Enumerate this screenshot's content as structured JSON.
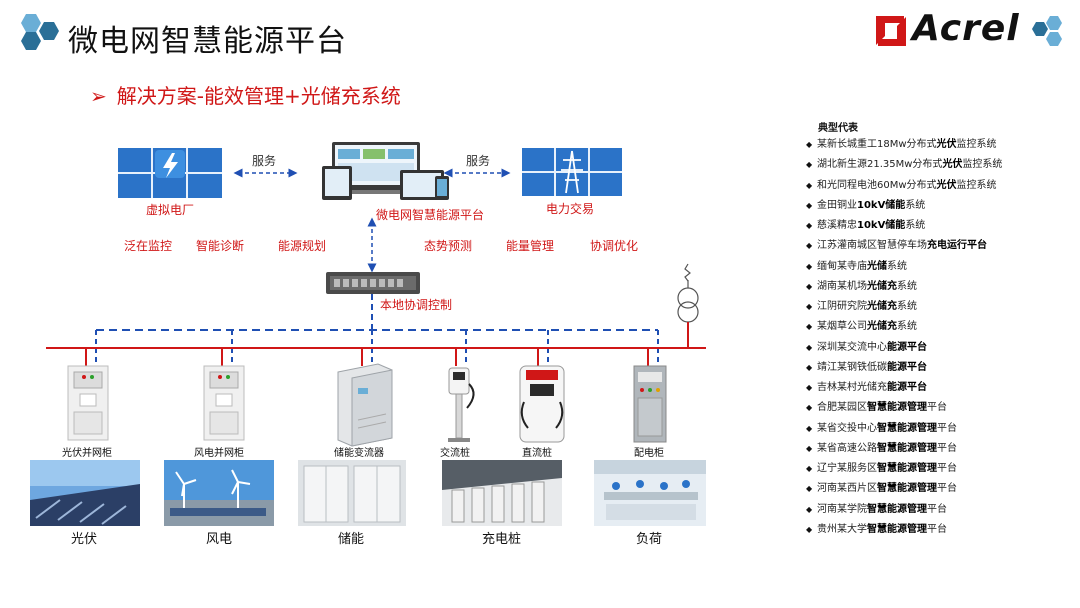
{
  "header": {
    "title": "微电网智慧能源平台",
    "brand": "Acrel"
  },
  "subtitle": {
    "arrow": "➢",
    "text": "解决方案-能效管理+光储充系统"
  },
  "diagram": {
    "virtual_plant": "虚拟电厂",
    "platform": "微电网智慧能源平台",
    "power_trade": "电力交易",
    "service_left": "服务",
    "service_right": "服务",
    "functions": [
      "泛在监控",
      "智能诊断",
      "能源规划",
      "态势预测",
      "能量管理",
      "协调优化"
    ],
    "local_control": "本地协调控制",
    "devices": [
      "光伏并网柜",
      "风电并网柜",
      "储能变流器",
      "交流桩",
      "直流桩",
      "配电柜"
    ],
    "categories": [
      "光伏",
      "风电",
      "储能",
      "充电桩",
      "负荷"
    ]
  },
  "cases": {
    "title": "典型代表",
    "items": [
      {
        "pre": "某新长城重工18Mw分布式",
        "bold": "光伏",
        "post": "监控系统"
      },
      {
        "pre": "湖北新生源21.35Mw分布式",
        "bold": "光伏",
        "post": "监控系统"
      },
      {
        "pre": "和光同程电池60Mw分布式",
        "bold": "光伏",
        "post": "监控系统"
      },
      {
        "pre": "金田铜业",
        "bold": "10kV储能",
        "post": "系统"
      },
      {
        "pre": "慈溪精忠",
        "bold": "10kV储能",
        "post": "系统"
      },
      {
        "pre": "江苏灌南城区智慧停车场",
        "bold": "充电运行平台",
        "post": ""
      },
      {
        "pre": "缅甸某寺庙",
        "bold": "光储",
        "post": "系统"
      },
      {
        "pre": "湖南某机场",
        "bold": "光储充",
        "post": "系统"
      },
      {
        "pre": "江阴研究院",
        "bold": "光储充",
        "post": "系统"
      },
      {
        "pre": "某烟草公司",
        "bold": "光储充",
        "post": "系统"
      },
      {
        "pre": "深圳某交流中心",
        "bold": "能源平台",
        "post": ""
      },
      {
        "pre": "靖江某钢铁低碳",
        "bold": "能源平台",
        "post": ""
      },
      {
        "pre": "吉林某村光储充",
        "bold": "能源平台",
        "post": ""
      },
      {
        "pre": "合肥某园区",
        "bold": "智慧能源管理",
        "post": "平台"
      },
      {
        "pre": "某省交投中心",
        "bold": "智慧能源管理",
        "post": "平台"
      },
      {
        "pre": "某省高速公路",
        "bold": "智慧能源管理",
        "post": "平台"
      },
      {
        "pre": "辽宁某服务区",
        "bold": "智慧能源管理",
        "post": "平台"
      },
      {
        "pre": "河南某西片区",
        "bold": "智慧能源管理",
        "post": "平台"
      },
      {
        "pre": "河南某学院",
        "bold": "智慧能源管理",
        "post": "平台"
      },
      {
        "pre": "贵州某大学",
        "bold": "智慧能源管理",
        "post": "平台"
      }
    ]
  },
  "colors": {
    "accent_red": "#d01717",
    "bus_blue": "#1f4fb3",
    "hex_blue": "#2a6f97",
    "hex_light": "#6aaed6"
  }
}
